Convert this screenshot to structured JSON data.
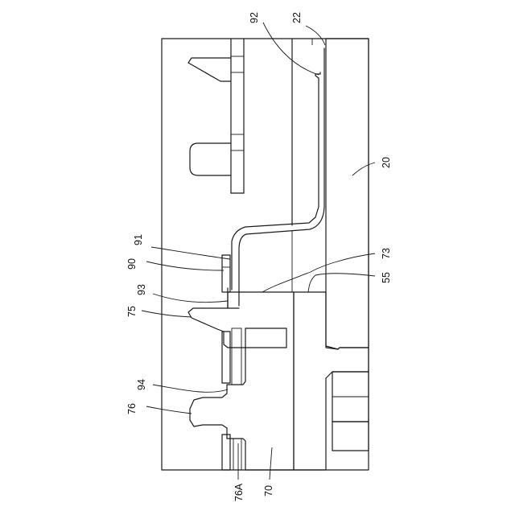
{
  "labels": {
    "l92": "92",
    "l22": "22",
    "l20": "20",
    "l73": "73",
    "l55": "55",
    "l91": "91",
    "l90": "90",
    "l93": "93",
    "l75": "75",
    "l94": "94",
    "l76": "76",
    "l76A": "76A",
    "l70": "70"
  },
  "colors": {
    "line": "#1a1a1a",
    "background": "#ffffff"
  }
}
